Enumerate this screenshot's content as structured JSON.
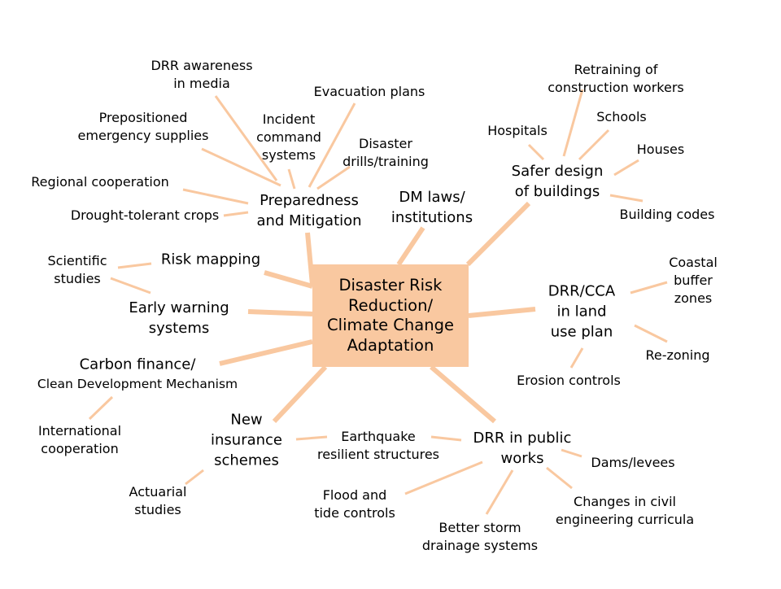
{
  "center": {
    "text": "Disaster Risk\nReduction/\nClimate Change\nAdaptation"
  },
  "hubs": {
    "preparedness": "Preparedness\nand Mitigation",
    "dm_laws": "DM laws/\ninstitutions",
    "safer_design": "Safer design\nof buildings",
    "risk_mapping": "Risk mapping",
    "early_warning": "Early warning\nsystems",
    "carbon_finance_line1": "Carbon finance/",
    "carbon_finance_line2": "Clean Development Mechanism",
    "land_use": "DRR/CCA\nin land\nuse plan",
    "insurance": "New\ninsurance\nschemes",
    "public_works": "DRR in public\nworks"
  },
  "leaves": {
    "drr_awareness": "DRR awareness\nin media",
    "evacuation_plans": "Evacuation plans",
    "incident_command": "Incident\ncommand\nsystems",
    "prepositioned_supplies": "Prepositioned\nemergency supplies",
    "disaster_drills": "Disaster\ndrills/training",
    "regional_cooperation": "Regional cooperation",
    "drought_crops": "Drought-tolerant crops",
    "retraining_workers": "Retraining of construction workers",
    "hospitals": "Hospitals",
    "schools": "Schools",
    "houses": "Houses",
    "building_codes": "Building codes",
    "scientific_studies": "Scientific\nstudies",
    "coastal_buffer": "Coastal\nbuffer\nzones",
    "re_zoning": "Re-zoning",
    "erosion_controls": "Erosion controls",
    "international_cooperation": "International\ncooperation",
    "earthquake_structures": "Earthquake\nresilient structures",
    "dams_levees": "Dams/levees",
    "actuarial_studies": "Actuarial\nstudies",
    "flood_tide": "Flood and\ntide controls",
    "civil_engineering": "Changes in civil\nengineering curricula",
    "storm_drainage": "Better storm\ndrainage systems"
  },
  "colors": {
    "accent": "#f9c8a0",
    "text": "#000000",
    "background": "#ffffff"
  }
}
